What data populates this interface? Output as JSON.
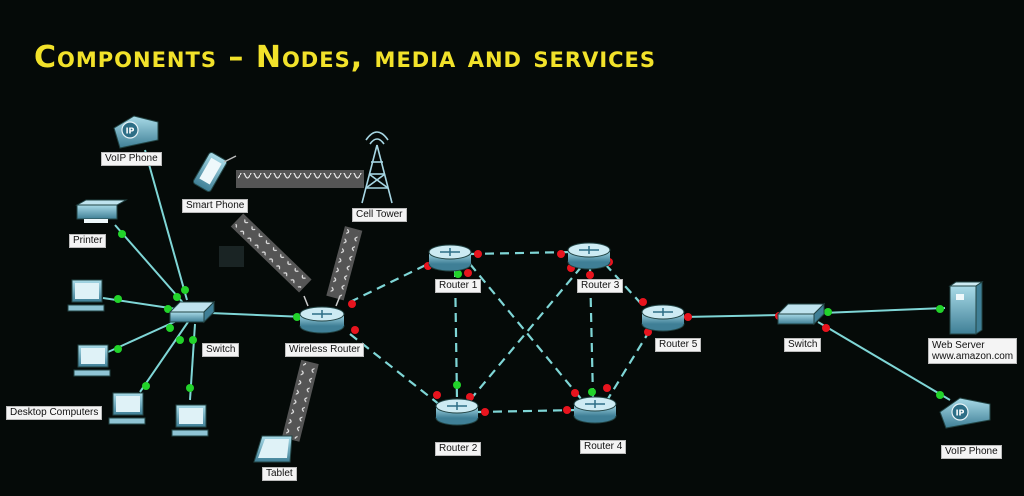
{
  "title": "Components – Nodes, media and services",
  "devices": {
    "voip_phone_left": "VoIP Phone",
    "smart_phone": "Smart Phone",
    "cell_tower": "Cell Tower",
    "printer": "Printer",
    "switch_left": "Switch",
    "wireless_router": "Wireless Router",
    "desktop_computers": "Desktop Computers",
    "tablet": "Tablet",
    "router1": "Router 1",
    "router2": "Router 2",
    "router3": "Router 3",
    "router4": "Router 4",
    "router5": "Router 5",
    "switch_right": "Switch",
    "web_server": "Web Server",
    "web_server_url": "www.amazon.com",
    "voip_phone_right": "VoIP Phone",
    "ip_badge": "IP"
  },
  "colors": {
    "background": "#050a08",
    "title": "#f2e22a",
    "link": "#7fd6d6",
    "port_up": "#22d32a",
    "port_down": "#e8141e",
    "device": "#5fa6bd"
  }
}
